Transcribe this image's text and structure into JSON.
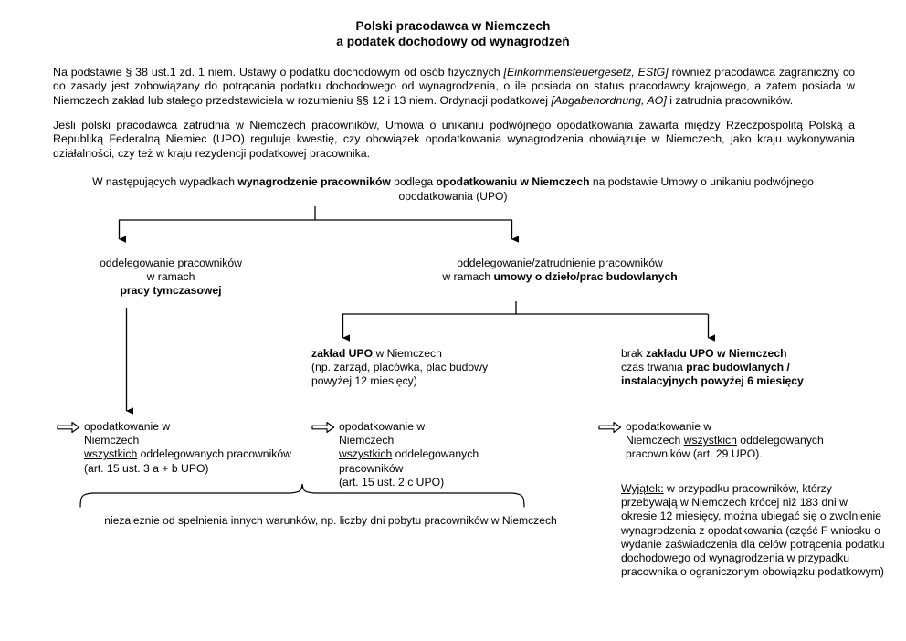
{
  "document": {
    "title_line_1": "Polski pracodawca w Niemczech",
    "title_line_2": "a podatek dochodowy od wynagrodzeń",
    "intro": {
      "paragraph_1_part_1": "Na podstawie § 38 ust.1 zd. 1 niem. Ustawy o podatku dochodowym od osób fizycznych ",
      "paragraph_1_italic_1": "[Einkommensteuergesetz, EStG]",
      "paragraph_1_part_2": " również pracodawca zagraniczny co do zasady jest zobowiązany do potrącania podatku dochodowego od wynagrodzenia, o ile posiada on status pracodawcy krajowego, a zatem posiada w Niemczech zakład lub stałego przedstawiciela w rozumieniu §§ 12 i 13 niem. Ordynacji podatkowej ",
      "paragraph_1_italic_2": "[Abgabenordnung, AO]",
      "paragraph_1_part_3": " i zatrudnia pracowników.",
      "paragraph_2": "Jeśli polski pracodawca zatrudnia w Niemczech pracowników, Umowa o unikaniu podwójnego opodatkowania zawarta między Rzeczpospolitą Polską a Republiką Federalną Niemiec (UPO) reguluje kwestię, czy obowiązek opodatkowania wynagrodzenia obowiązuje w Niemczech, jako kraju wykonywania działalności, czy też w kraju rezydencji podatkowej pracownika."
    },
    "lead": {
      "part_1": "W następujących wypadkach ",
      "bold_1": "wynagrodzenie pracowników",
      "part_2": " podlega ",
      "bold_2": "opodatkowaniu w Niemczech",
      "part_3": " na podstawie Umowy o unikaniu podwójnego opodatkowania (UPO)"
    },
    "branches": {
      "left": {
        "line_1": "oddelegowanie pracowników",
        "line_2": "w ramach",
        "line_3_bold": "pracy tymczasowej"
      },
      "right": {
        "line_1": "oddelegowanie/zatrudnienie pracowników",
        "line_2_prefix": "w ramach ",
        "line_2_bold": "umowy o dzieło/prac budowlanych"
      }
    },
    "mid_nodes": {
      "left": {
        "line_1_bold": "zakład UPO",
        "line_1_rest": " w Niemczech",
        "line_2": "(np. zarząd, placówka, plac budowy",
        "line_3": "powyżej 12 miesięcy)"
      },
      "right": {
        "line_1_prefix": "brak ",
        "line_1_bold": "zakładu UPO w Niemczech",
        "line_2_prefix": "czas trwania ",
        "line_2_bold": "prac budowlanych /",
        "line_3_bold": "instalacyjnych powyżej 6 miesięcy"
      }
    },
    "outcomes": [
      {
        "icon": "block-arrow-right-icon",
        "line_1": "opodatkowanie w",
        "line_2": "Niemczech",
        "line_3_underline": "wszystkich",
        "line_3_rest": " oddelegowanych pracowników",
        "line_4": "(art. 15 ust. 3 a + b UPO)"
      },
      {
        "icon": "block-arrow-right-icon",
        "line_1": "opodatkowanie w",
        "line_2": "Niemczech",
        "line_3_underline": "wszystkich",
        "line_3_rest": " oddelegowanych",
        "line_4": "pracowników",
        "line_5": "(art. 15 ust. 2 c UPO)"
      },
      {
        "icon": "block-arrow-right-icon",
        "line_1": "opodatkowanie w",
        "line_2_prefix": "Niemczech ",
        "line_2_underline": "wszystkich",
        "line_2_rest": " oddelegowanych",
        "line_3": "pracowników (art. 29 UPO)."
      }
    ],
    "exception": {
      "label_underline": "Wyjątek:",
      "text": " w przypadku pracowników, którzy przebywają w Niemczech krócej niż 183 dni w okresie 12 miesięcy, można ubiegać się o zwolnienie wynagrodzenia z opodatkowania (część F wniosku o wydanie zaświadczenia dla celów potrącenia podatku dochodowego od wynagrodzenia w przypadku pracownika o ograniczonym obowiązku podatkowym)"
    },
    "brace_caption": "niezależnie od spełnienia innych warunków, np. liczby dni pobytu pracowników w Niemczech",
    "colors": {
      "text": "#000000",
      "connector": "#000000",
      "background": "#ffffff"
    }
  }
}
